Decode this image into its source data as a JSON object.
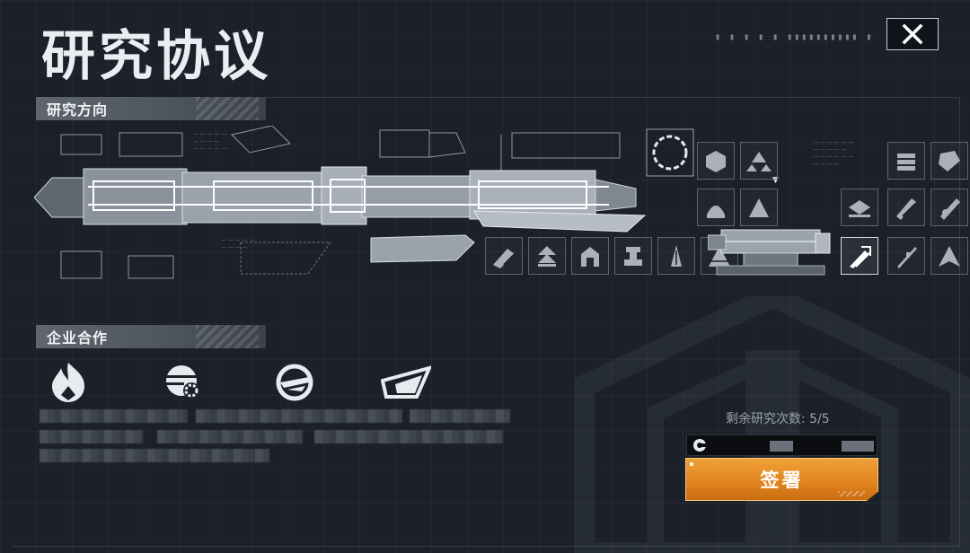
{
  "header": {
    "title": "研究协议",
    "ticks": "▮ ▮ ▮ ▮ ▮ ▮▮▮▮▮▮▮▮▮▮ ▮"
  },
  "sections": {
    "research_direction": "研究方向",
    "corporate_cooperation": "企业合作"
  },
  "research": {
    "remaining_label": "剩余研究次数: 5/5"
  },
  "actions": {
    "sign_label": "签署"
  },
  "partners": [
    {
      "icon": "flame-shield-icon"
    },
    {
      "icon": "gear-globe-icon"
    },
    {
      "icon": "wing-emblem-icon"
    },
    {
      "icon": "speed-stripes-icon"
    }
  ],
  "icon_grid": [
    {
      "icon": "hex-module-icon",
      "selected": false
    },
    {
      "icon": "triangle-cluster-icon",
      "selected": false
    },
    {
      "icon": "plate-stack-icon",
      "selected": false
    },
    {
      "icon": "fragment-icon",
      "selected": false
    },
    {
      "icon": "dome-icon",
      "selected": false
    },
    {
      "icon": "triangle-icon",
      "selected": false
    },
    {
      "icon": "layer-icon",
      "selected": false
    },
    {
      "icon": "missile-rack-icon",
      "selected": false
    },
    {
      "icon": "cannon-icon",
      "selected": false
    },
    {
      "icon": "twin-cannon-icon",
      "selected": false
    },
    {
      "icon": "chevron-stack-icon",
      "selected": false
    },
    {
      "icon": "hangar-icon",
      "selected": false
    },
    {
      "icon": "engine-icon",
      "selected": false
    },
    {
      "icon": "spire-icon",
      "selected": false
    },
    {
      "icon": "pyramid-icon",
      "selected": false
    },
    {
      "icon": "missile-battery-icon",
      "selected": true
    },
    {
      "icon": "railgun-icon",
      "selected": false
    },
    {
      "icon": "split-triangle-icon",
      "selected": false
    }
  ],
  "colors": {
    "accent": "#e1821d",
    "background": "#1b2029",
    "panel_header": "#5f6670"
  }
}
